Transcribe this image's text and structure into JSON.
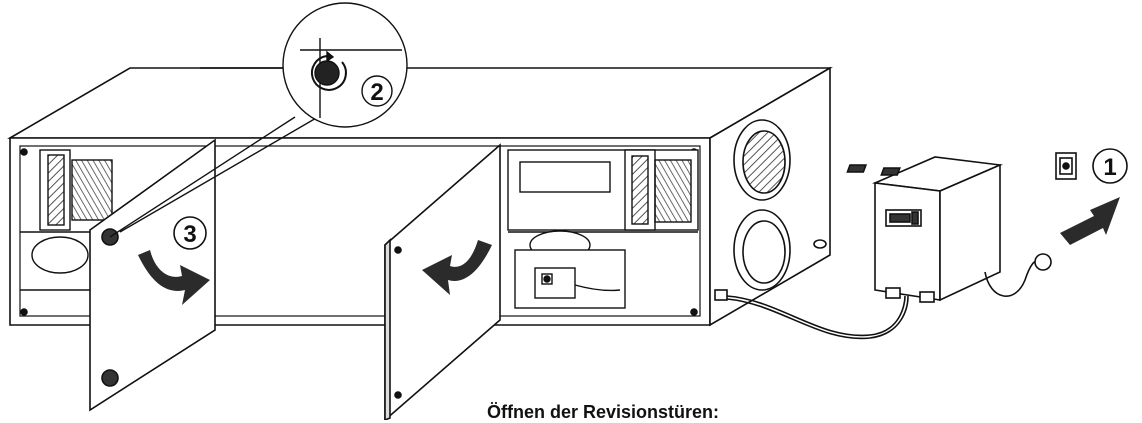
{
  "caption": "Öffnen der Revisionstüren:",
  "steps": [
    {
      "label": "1"
    },
    {
      "label": "2"
    },
    {
      "label": "3"
    }
  ],
  "colors": {
    "line": "#111111",
    "fill_unit": "#ffffff",
    "hatch": "#555555",
    "arrow": "#2b2b2b",
    "background": "#ffffff"
  },
  "icons": [
    "power-socket-icon",
    "screw-knob-icon",
    "rotate-arrow-icon",
    "door-swing-arrow-icon",
    "unplug-arrow-icon",
    "control-box-icon"
  ]
}
